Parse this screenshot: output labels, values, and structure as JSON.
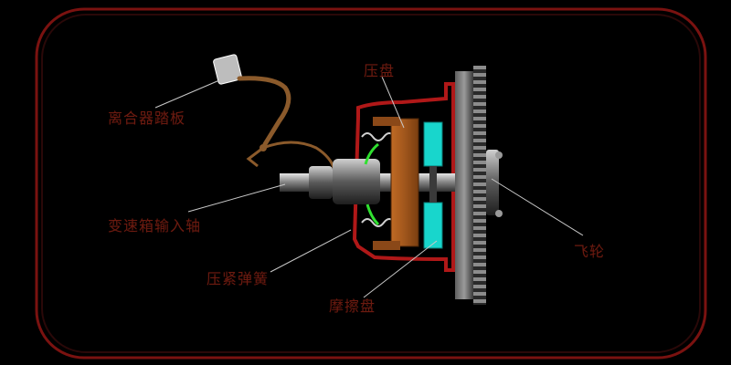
{
  "labels": {
    "pedal": "离合器踏板",
    "input_shaft": "变速箱输入轴",
    "pressure_spring": "压紧弹簧",
    "pressure_plate": "压盘",
    "friction_disc": "摩擦盘",
    "flywheel": "飞轮"
  },
  "colors": {
    "background": "#000000",
    "frame": "#7a1210",
    "label_text": "#6b1b10",
    "leader_line": "#c8c8c8",
    "pressure_plate": "#a0561c",
    "friction_disc": "#18d6cc",
    "spring": "#30e030",
    "housing": "#b01818",
    "shaft": "#9a9a9a"
  }
}
